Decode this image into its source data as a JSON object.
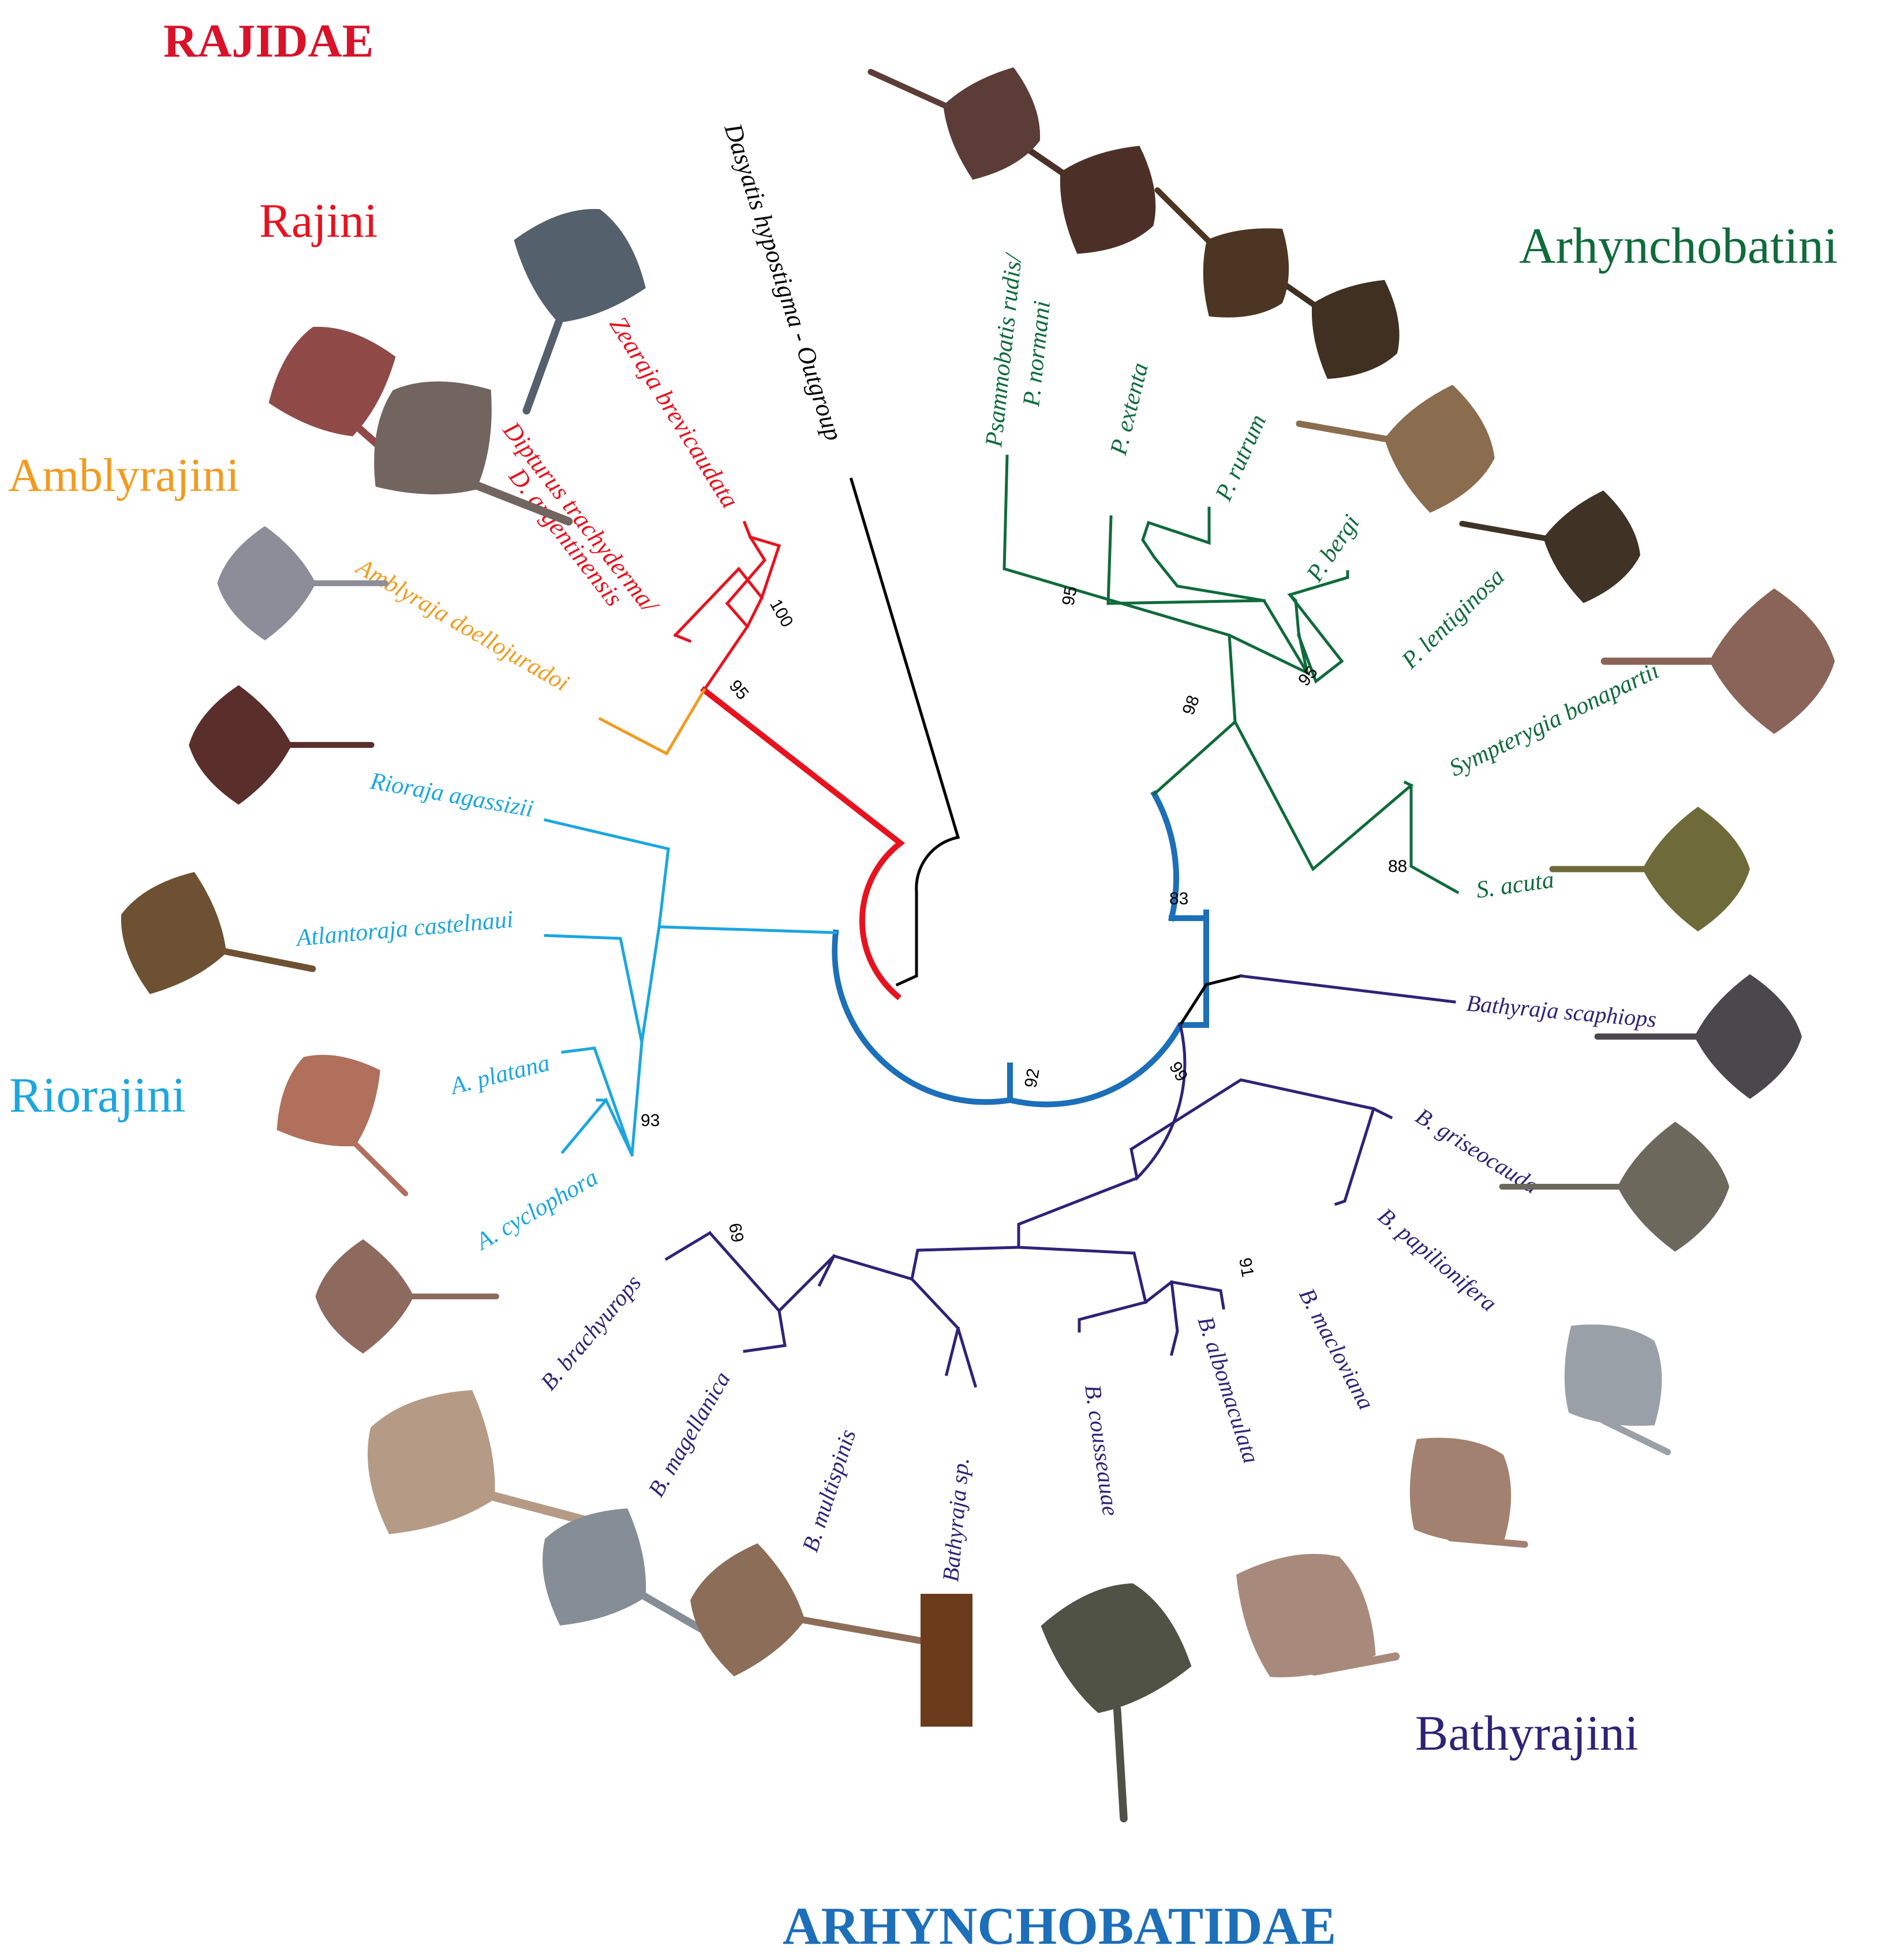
{
  "families": {
    "rajidae": "RAJIDAE",
    "arhynchobatidae": "ARHYNCHOBATIDAE"
  },
  "tribes": {
    "rajini": "Rajini",
    "amblyrajini": "Amblyrajini",
    "riorajini": "Riorajini",
    "arhynchobatini": "Arhynchobatini",
    "bathyrajini": "Bathyrajini"
  },
  "colors": {
    "rajidae": "#d9122a",
    "rajini": "#e8121e",
    "amblyrajini": "#f39a1e",
    "riorajini": "#1ba6e0",
    "arhynchobatini": "#0f6b3a",
    "bathyrajini": "#2e2377",
    "arhynchobatidae": "#1c6fb8",
    "outgroup": "#000000"
  },
  "taxa": {
    "outgroup": "Dasyatis hypostigma - Outgroup",
    "zearaja": "Zearaja brevicaudata",
    "dipturus_1": "Dipturus trachyderma/",
    "dipturus_2": "D. argentinensis",
    "amblyraja": "Amblyraja doellojuradoi",
    "rioraja": "Rioraja agassizii",
    "atlantoraja": "Atlantoraja castelnaui",
    "a_platana": "A. platana",
    "a_cyclophora": "A. cyclophora",
    "psammobatis_1": "Psammobatis rudis/",
    "psammobatis_2": "P. normani",
    "p_extenta": "P. extenta",
    "p_rutrum": "P. rutrum",
    "p_bergi": "P. bergi",
    "p_lentiginosa": "P. lentiginosa",
    "sympterygia": "Sympterygia bonapartii",
    "s_acuta": "S. acuta",
    "b_scaphiops": "Bathyraja scaphiops",
    "b_griseocauda": "B. griseocauda",
    "b_papilionifera": "B. papilionifera",
    "b_macloviana": "B. macloviana",
    "b_albomaculata": "B. albomaculata",
    "b_cousseauae": "B. cousseauae",
    "b_sp": "Bathyraja sp.",
    "b_multispinis": "B. multispinis",
    "b_magellanica": "B. magellanica",
    "b_brachyurops": "B. brachyurops"
  },
  "bootstrap": {
    "rajidae_core": "100",
    "rajidae": "95",
    "riorajini_sub": "93",
    "psammobatis": "95",
    "p_bergi_clade": "95",
    "arhynchobatini": "98",
    "sympterygia": "88",
    "arhynchobatini_bathyrajini": "83",
    "arhynchobatidae": "92",
    "bathyrajini": "99",
    "b_brachyurops_clade": "69",
    "b_macloviana_clade": "91"
  }
}
